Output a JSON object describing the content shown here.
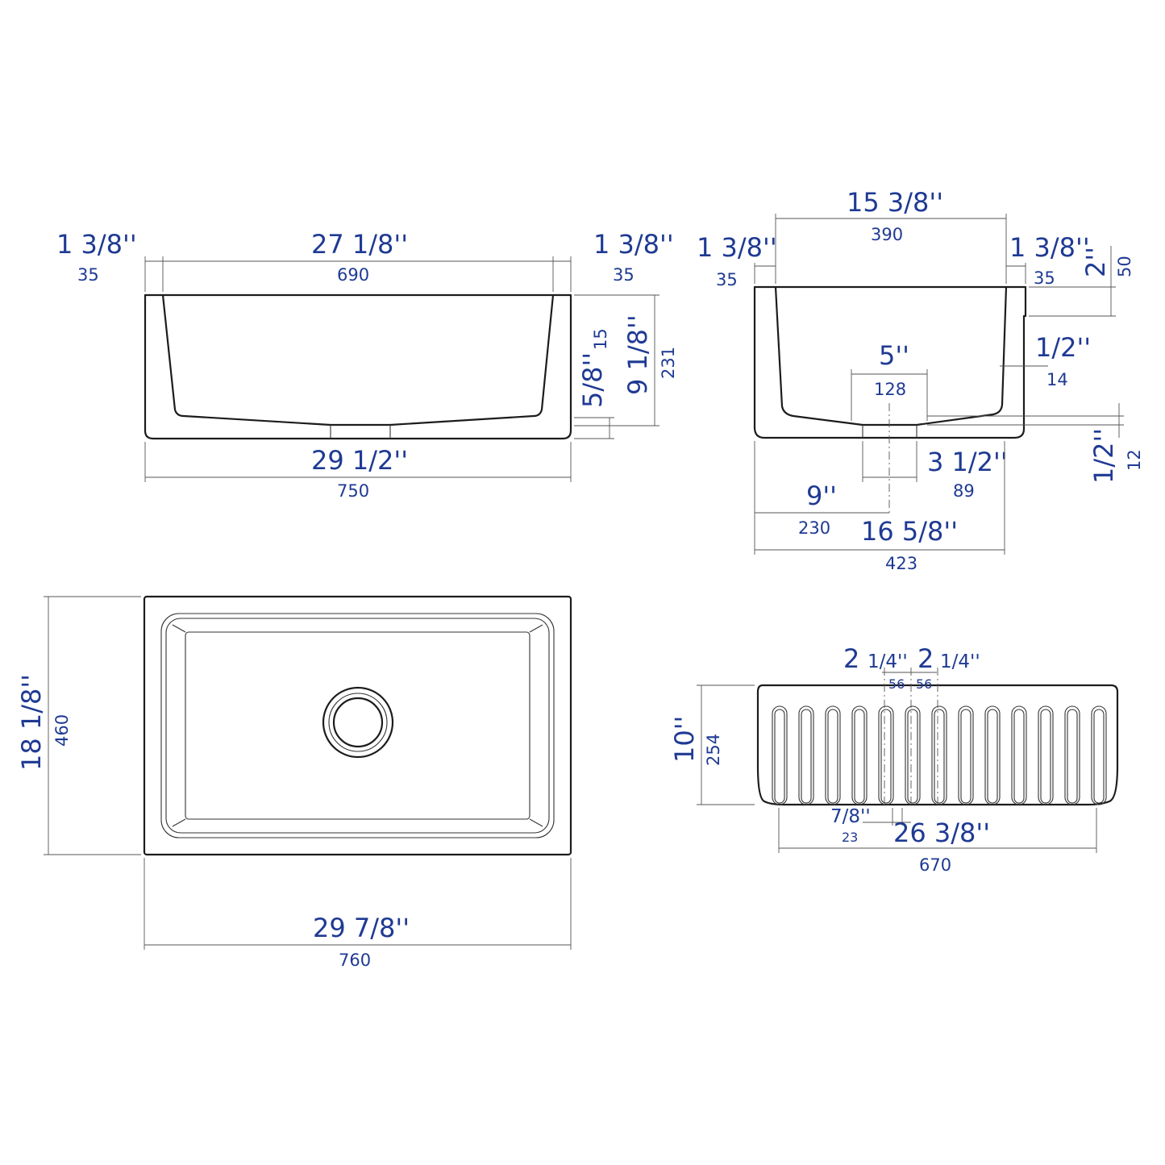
{
  "front_view": {
    "left_rim_in": "1 3/8''",
    "left_rim_mm": "35",
    "inner_width_in": "27 1/8''",
    "inner_width_mm": "690",
    "right_rim_in": "1 3/8''",
    "right_rim_mm": "35",
    "bottom_thickness_in": "5/8''",
    "bottom_thickness_mm": "15",
    "height_in": "9 1/8''",
    "height_mm": "231",
    "overall_width_in": "29 1/2''",
    "overall_width_mm": "750"
  },
  "side_view": {
    "inner_depth_in": "15 3/8''",
    "inner_depth_mm": "390",
    "left_rim_in": "1 3/8''",
    "left_rim_mm": "35",
    "right_rim_in": "1 3/8''",
    "right_rim_mm": "35",
    "apron_step_in": "2''",
    "apron_step_mm": "50",
    "wall_thickness_in": "1/2''",
    "wall_thickness_mm": "14",
    "drain_opening_in": "5''",
    "drain_opening_mm": "128",
    "drain_width_in": "3 1/2''",
    "drain_width_mm": "89",
    "base_thickness_in": "1/2''",
    "base_thickness_mm": "12",
    "drain_center_in": "9''",
    "drain_center_mm": "230",
    "overall_depth_in": "16 5/8''",
    "overall_depth_mm": "423"
  },
  "top_view": {
    "depth_in": "18 1/8''",
    "depth_mm": "460",
    "width_in": "29 7/8''",
    "width_mm": "760"
  },
  "apron_view": {
    "flute_left_in": "2",
    "flute_left_frac": "1/4''",
    "flute_left_mm": "56",
    "flute_right_in": "2",
    "flute_right_frac": "1/4''",
    "flute_right_mm": "56",
    "height_in": "10''",
    "height_mm": "254",
    "flute_width_in": "7/8''",
    "flute_width_mm": "23",
    "fluted_width_in": "26 3/8''",
    "fluted_width_mm": "670",
    "flute_count": 13
  }
}
